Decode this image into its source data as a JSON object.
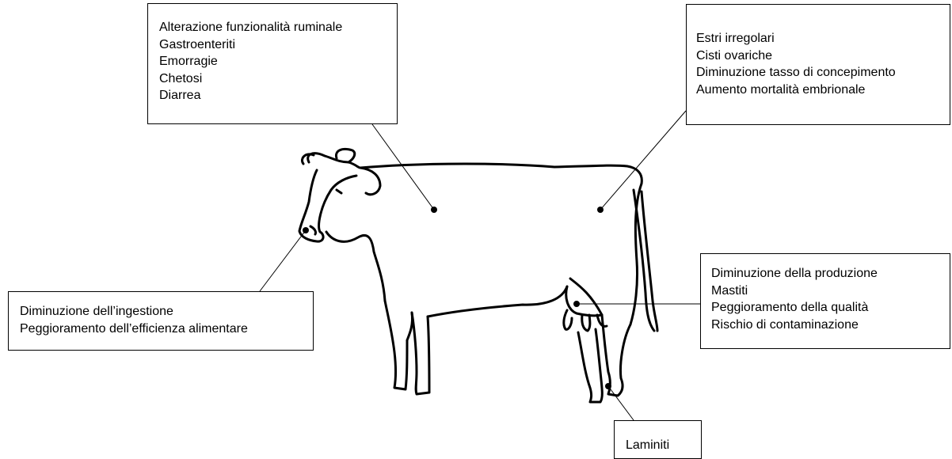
{
  "callouts": {
    "rumen": {
      "lines": [
        "Alterazione funzionalità ruminale",
        "Gastroenteriti",
        "Emorragie",
        "Chetosi",
        "Diarrea"
      ]
    },
    "reproduction": {
      "lines": [
        "Estri irregolari",
        "Cisti ovariche",
        "Diminuzione tasso di concepimento",
        "Aumento mortalità embrionale"
      ]
    },
    "intake": {
      "lines": [
        "Diminuzione dell’ingestione",
        "Peggioramento dell’efficienza alimentare"
      ]
    },
    "milk": {
      "lines": [
        "Diminuzione della produzione",
        "Mastiti",
        "Peggioramento della qualità",
        "Rischio di contaminazione"
      ]
    },
    "hoof": {
      "lines": [
        "Laminiti"
      ]
    }
  },
  "illustration": {
    "subject": "cow-outline",
    "stroke": "#000000"
  }
}
